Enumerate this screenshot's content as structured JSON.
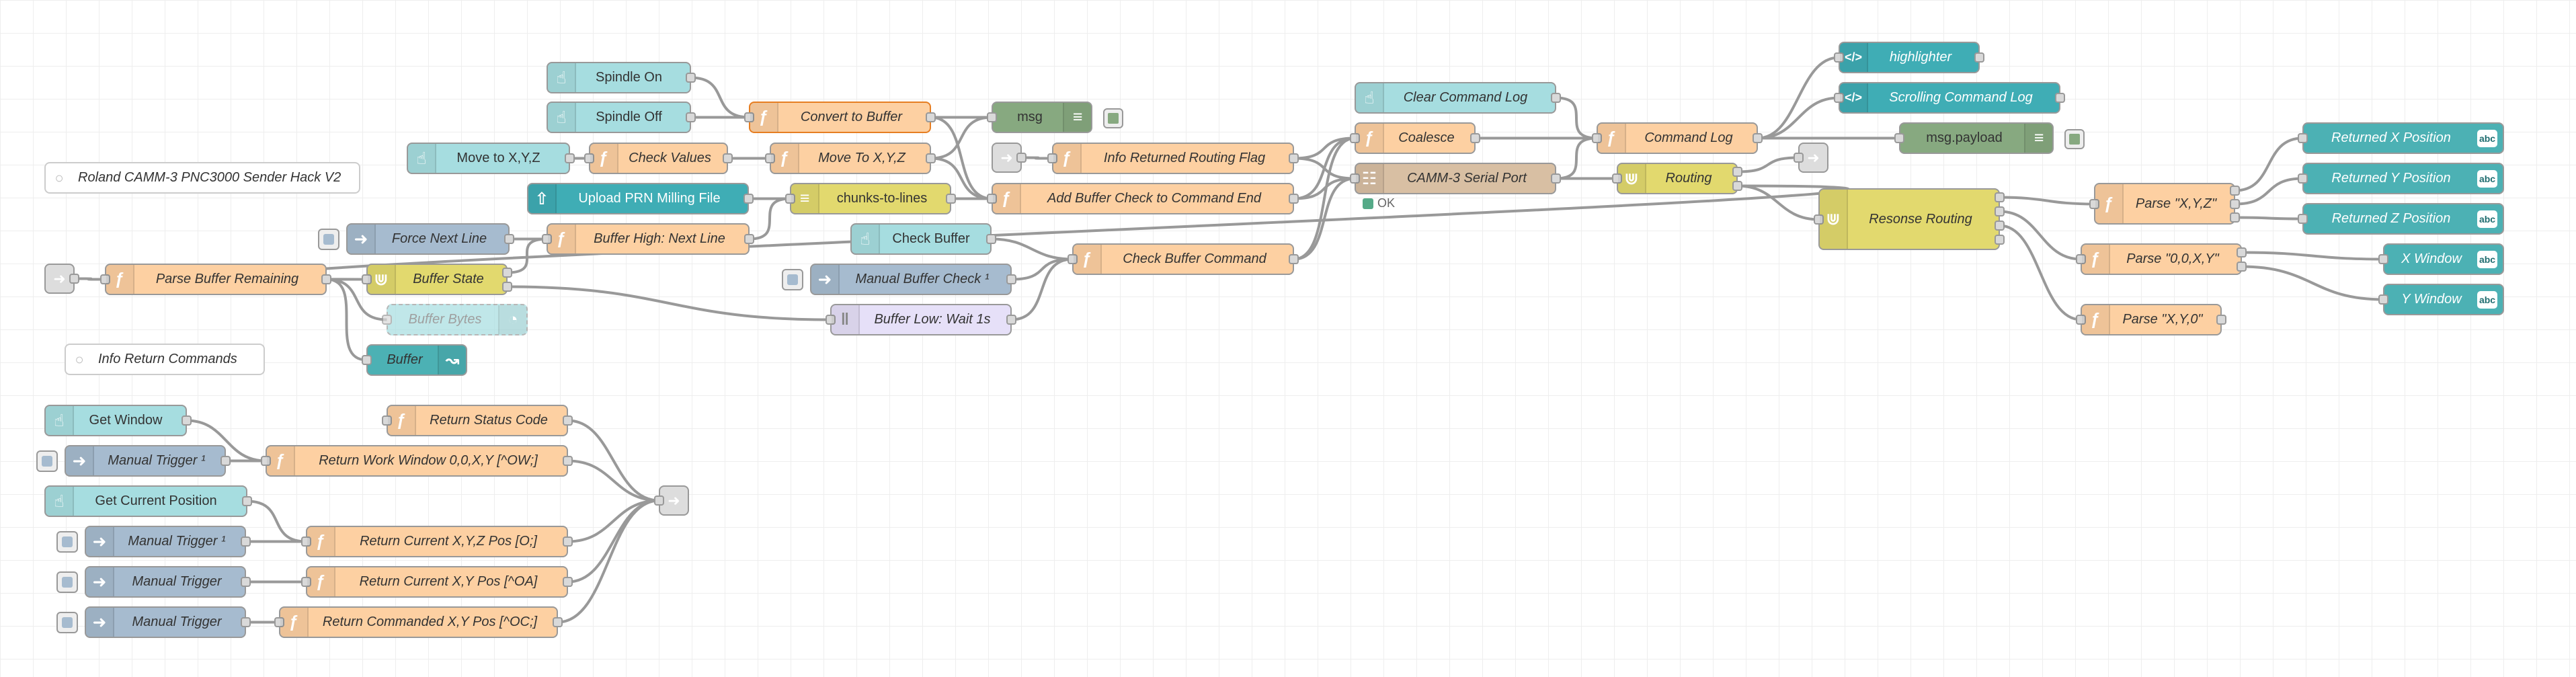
{
  "colors": {
    "inject": "#a6bbcf",
    "function": "#fdd0a2",
    "button": "#a6dde0",
    "switch": "#e2d96e",
    "ui_text": "#4cb1b4",
    "template": "#3fadb5",
    "debug": "#87a980",
    "serial": "#d8bfa3",
    "delay": "#e6e0f8",
    "buffer_upload": "#3fadb5",
    "chunks": "#e2d96e",
    "link": "#dddddd",
    "comment": "#ffffff",
    "chart": "#4cb1b4"
  },
  "nodes": {
    "roland_comment": {
      "label": "Roland CAMM-3 PNC3000 Sender Hack V2",
      "icon": "comment-icon"
    },
    "info_return_comment": {
      "label": "Info Return Commands",
      "icon": "comment-icon"
    },
    "spindle_on": {
      "label": "Spindle On",
      "icon": "hand-pointer-icon"
    },
    "spindle_off": {
      "label": "Spindle Off",
      "icon": "hand-pointer-icon"
    },
    "convert_to_buffer": {
      "label": "Convert to Buffer",
      "icon": "function-icon"
    },
    "move_to_xyz_btn": {
      "label": "Move to X,Y,Z",
      "icon": "hand-pointer-icon"
    },
    "check_values": {
      "label": "Check Values",
      "icon": "function-icon"
    },
    "move_to_xyz_fn": {
      "label": "Move To X,Y,Z",
      "icon": "function-icon"
    },
    "msg_debug": {
      "label": "msg",
      "icon": "list-icon"
    },
    "upload_prn": {
      "label": "Upload PRN Milling File",
      "icon": "upload-icon"
    },
    "chunks_to_lines": {
      "label": "chunks-to-lines",
      "icon": "split-icon"
    },
    "force_next_line": {
      "label": "Force Next Line",
      "icon": "arrow-right-icon"
    },
    "buffer_high": {
      "label": "Buffer High: Next Line",
      "icon": "function-icon"
    },
    "parse_buffer_remaining": {
      "label": "Parse Buffer Remaining",
      "icon": "function-icon"
    },
    "buffer_state": {
      "label": "Buffer State",
      "icon": "switch-icon"
    },
    "buffer_bytes": {
      "label": "Buffer Bytes",
      "icon": "gauge-icon"
    },
    "buffer_chart": {
      "label": "Buffer",
      "icon": "chart-icon"
    },
    "check_buffer_btn": {
      "label": "Check Buffer",
      "icon": "hand-pointer-icon"
    },
    "manual_buffer_check": {
      "label": "Manual Buffer Check ¹",
      "icon": "arrow-right-icon"
    },
    "buffer_low_wait": {
      "label": "Buffer Low: Wait 1s",
      "icon": "pause-icon"
    },
    "info_returned_routing_flag": {
      "label": "Info Returned Routing Flag",
      "icon": "function-icon"
    },
    "add_buffer_check": {
      "label": "Add Buffer Check to Command End",
      "icon": "function-icon"
    },
    "check_buffer_command": {
      "label": "Check Buffer Command",
      "icon": "function-icon"
    },
    "clear_command_log": {
      "label": "Clear Command Log",
      "icon": "hand-pointer-icon"
    },
    "coalesce": {
      "label": "Coalesce",
      "icon": "function-icon"
    },
    "camm3_serial_port": {
      "label": "CAMM-3 Serial Port",
      "icon": "serial-icon",
      "status": "OK"
    },
    "command_log": {
      "label": "Command Log",
      "icon": "function-icon"
    },
    "routing": {
      "label": "Routing",
      "icon": "switch-icon"
    },
    "highlighter": {
      "label": "highlighter",
      "icon": "code-icon"
    },
    "scrolling_command_log": {
      "label": "Scrolling Command Log",
      "icon": "code-icon"
    },
    "msg_payload": {
      "label": "msg.payload",
      "icon": "list-icon"
    },
    "response_routing": {
      "label": "Resonse Routing",
      "icon": "switch-icon"
    },
    "parse_xyz": {
      "label": "Parse \"X,Y,Z\"",
      "icon": "function-icon"
    },
    "parse_00xy": {
      "label": "Parse \"0,0,X,Y\"",
      "icon": "function-icon"
    },
    "parse_xy0": {
      "label": "Parse \"X,Y,0\"",
      "icon": "function-icon"
    },
    "returned_x": {
      "label": "Returned X Position",
      "icon": "text-icon",
      "badge": "abc"
    },
    "returned_y": {
      "label": "Returned Y Position",
      "icon": "text-icon",
      "badge": "abc"
    },
    "returned_z": {
      "label": "Returned Z Position",
      "icon": "text-icon",
      "badge": "abc"
    },
    "x_window": {
      "label": "X Window",
      "icon": "text-icon",
      "badge": "abc"
    },
    "y_window": {
      "label": "Y Window",
      "icon": "text-icon",
      "badge": "abc"
    },
    "get_window": {
      "label": "Get Window",
      "icon": "hand-pointer-icon"
    },
    "manual_trigger_1": {
      "label": "Manual Trigger ¹",
      "icon": "arrow-right-icon"
    },
    "return_status_code": {
      "label": "Return Status Code",
      "icon": "function-icon"
    },
    "return_work_window": {
      "label": "Return Work Window 0,0,X,Y [^OW;]",
      "icon": "function-icon"
    },
    "get_current_position": {
      "label": "Get Current Position",
      "icon": "hand-pointer-icon"
    },
    "manual_trigger_2": {
      "label": "Manual Trigger ¹",
      "icon": "arrow-right-icon"
    },
    "return_current_xyz": {
      "label": "Return Current X,Y,Z Pos [O;]",
      "icon": "function-icon"
    },
    "manual_trigger_3": {
      "label": "Manual Trigger",
      "icon": "arrow-right-icon"
    },
    "return_current_xy": {
      "label": "Return Current X,Y Pos [^OA]",
      "icon": "function-icon"
    },
    "manual_trigger_4": {
      "label": "Manual Trigger",
      "icon": "arrow-right-icon"
    },
    "return_commanded_xy": {
      "label": "Return Commanded X,Y Pos [^OC;]",
      "icon": "function-icon"
    }
  }
}
